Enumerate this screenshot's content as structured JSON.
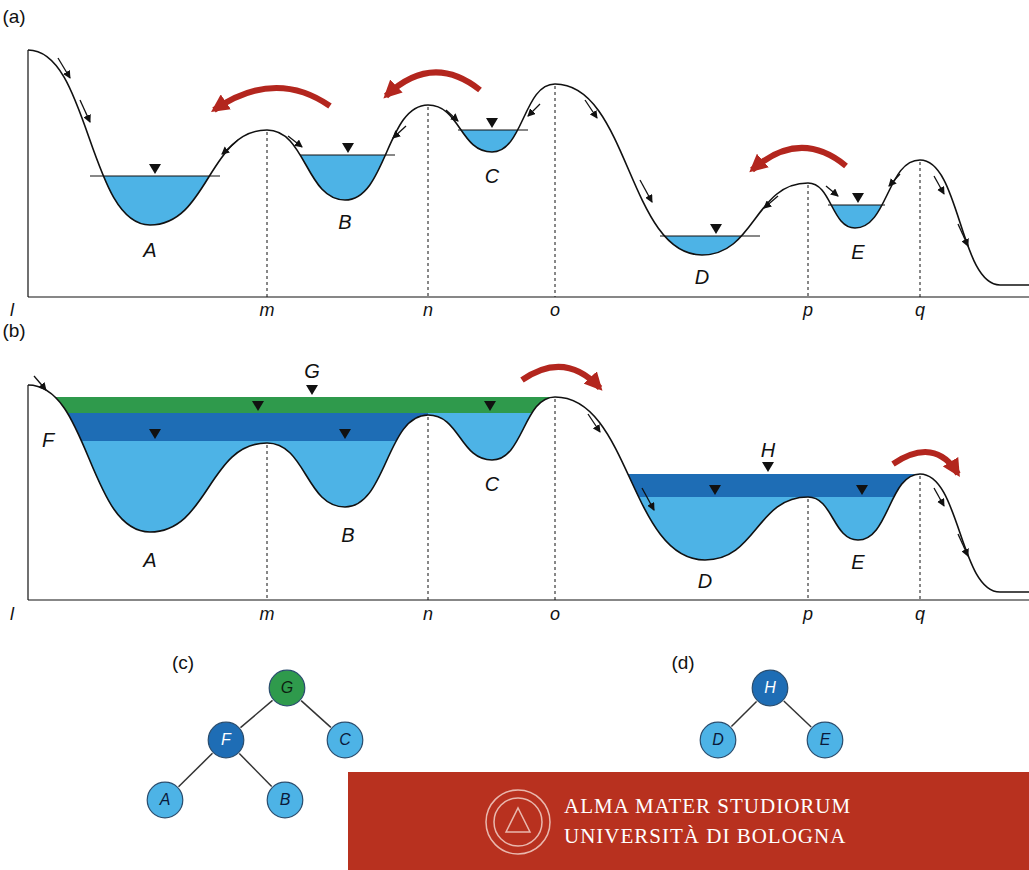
{
  "diagram": {
    "nodes": [
      {
        "text": [
          "G"
        ]
      },
      {
        "text": [
          "F"
        ]
      },
      {
        "text": [
          "C"
        ]
      },
      {
        "text": [
          "A"
        ]
      },
      {
        "text": [
          "B"
        ]
      },
      {
        "text": [
          "H"
        ]
      },
      {
        "text": [
          "D"
        ]
      },
      {
        "text": [
          "E"
        ]
      }
    ],
    "edges": [
      {
        "from": 0,
        "to": 1,
        "arrow": "none"
      },
      {
        "from": 0,
        "to": 2,
        "arrow": "none"
      },
      {
        "from": 1,
        "to": 3,
        "arrow": "none"
      },
      {
        "from": 1,
        "to": 4,
        "arrow": "none"
      },
      {
        "from": 5,
        "to": 6,
        "arrow": "none"
      },
      {
        "from": 5,
        "to": 7,
        "arrow": "none"
      }
    ],
    "labels": [
      "(a)",
      "A",
      "B",
      "C",
      "D",
      "E",
      "l",
      "m",
      "n",
      "o",
      "p",
      "q",
      "(b)",
      "G",
      "F",
      "A",
      "B",
      "C",
      "H",
      "D",
      "E",
      "l",
      "m",
      "n",
      "o",
      "p",
      "q",
      "(c)",
      "(d)",
      "ALMA MATER STUDIORUM",
      "UNIVERSITÀ DI BOLOGNA"
    ]
  }
}
